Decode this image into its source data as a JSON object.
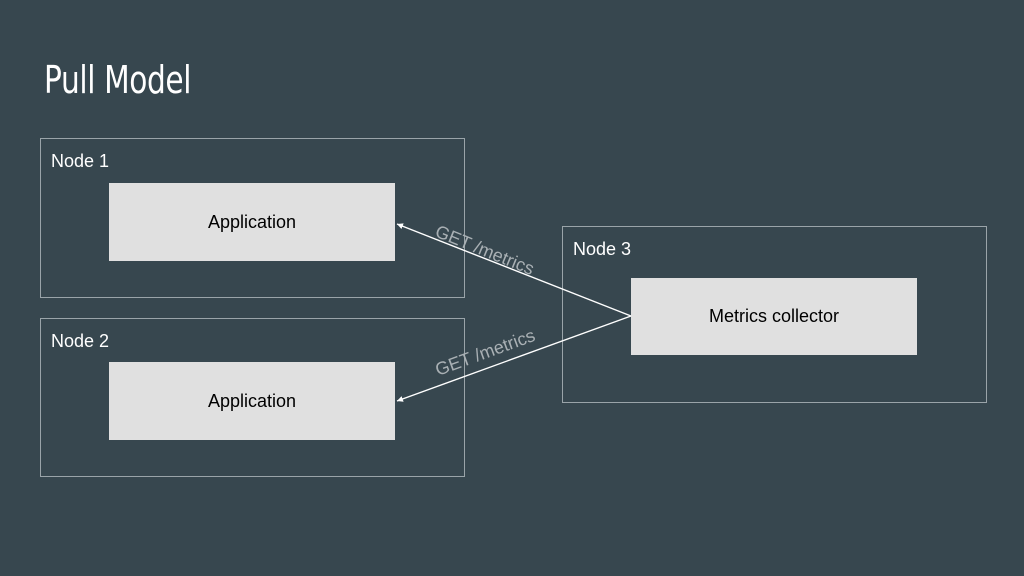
{
  "title": "Pull Model",
  "nodes": [
    {
      "label": "Node 1",
      "box": "Application"
    },
    {
      "label": "Node 2",
      "box": "Application"
    },
    {
      "label": "Node 3",
      "box": "Metrics collector"
    }
  ],
  "arrows": [
    {
      "label": "GET /metrics"
    },
    {
      "label": "GET /metrics"
    }
  ],
  "colors": {
    "background": "#37474f",
    "box_fill": "#e0e0e0",
    "border": "#9aa4a9",
    "arrow": "#ffffff",
    "arrow_label": "#a9b0b4"
  }
}
